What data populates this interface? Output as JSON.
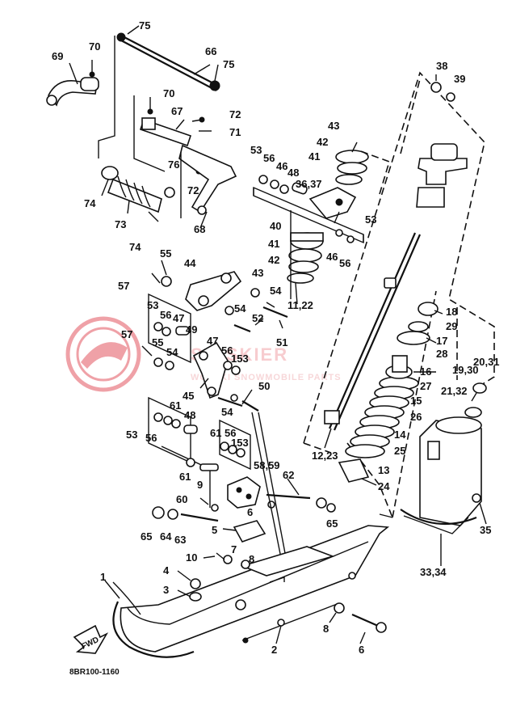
{
  "diagram_code": "8BR100-1160",
  "front_arrow_label": "FWD",
  "watermark": {
    "main": "SA-SKIER",
    "sub": "WOTSKI SNOWMOBILE PARTS"
  },
  "callouts": [
    "75",
    "70",
    "69",
    "66",
    "75",
    "70",
    "67",
    "72",
    "71",
    "76",
    "72",
    "74",
    "73",
    "74",
    "68",
    "53",
    "56",
    "46",
    "48",
    "36,37",
    "43",
    "42",
    "41",
    "53",
    "40",
    "41",
    "46",
    "56",
    "42",
    "43",
    "11,22",
    "38",
    "39",
    "55",
    "57",
    "44",
    "54",
    "54",
    "52",
    "51",
    "53",
    "56",
    "47",
    "49",
    "57",
    "55",
    "54",
    "47",
    "56",
    "153",
    "45",
    "50",
    "54",
    "61",
    "48",
    "53",
    "56",
    "61",
    "56",
    "153",
    "61",
    "9",
    "58,59",
    "62",
    "60",
    "6",
    "5",
    "65",
    "64",
    "63",
    "65",
    "10",
    "7",
    "8",
    "4",
    "3",
    "1",
    "8",
    "6",
    "2",
    "18",
    "29",
    "17",
    "28",
    "16",
    "27",
    "15",
    "26",
    "14",
    "25",
    "13",
    "24",
    "12,23",
    "20,31",
    "19,30",
    "21,32",
    "35",
    "33,34"
  ],
  "colors": {
    "ink": "#111111",
    "watermark": "#e25560"
  }
}
